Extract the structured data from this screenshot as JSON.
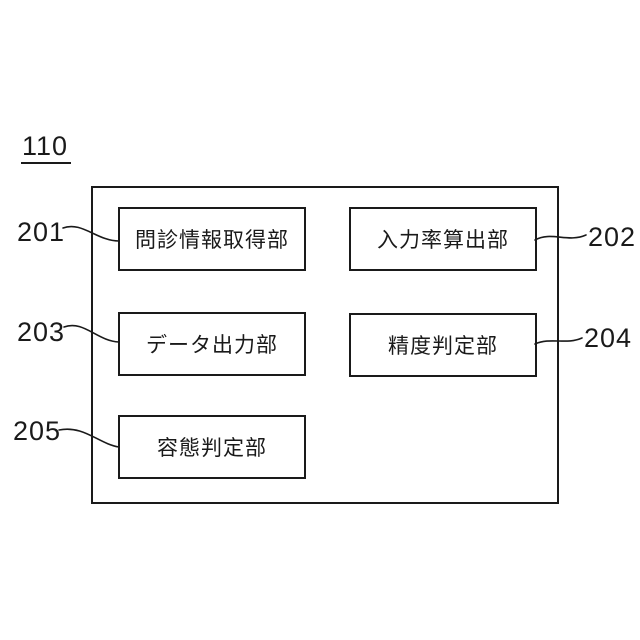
{
  "figure": {
    "reference_label": "110",
    "blocks": [
      {
        "id": "201",
        "label": "問診情報取得部",
        "side": "left"
      },
      {
        "id": "202",
        "label": "入力率算出部",
        "side": "right"
      },
      {
        "id": "203",
        "label": "データ出力部",
        "side": "left"
      },
      {
        "id": "204",
        "label": "精度判定部",
        "side": "right"
      },
      {
        "id": "205",
        "label": "容態判定部",
        "side": "left"
      }
    ],
    "colors": {
      "line": "#1a1a1a",
      "background": "#ffffff"
    }
  }
}
